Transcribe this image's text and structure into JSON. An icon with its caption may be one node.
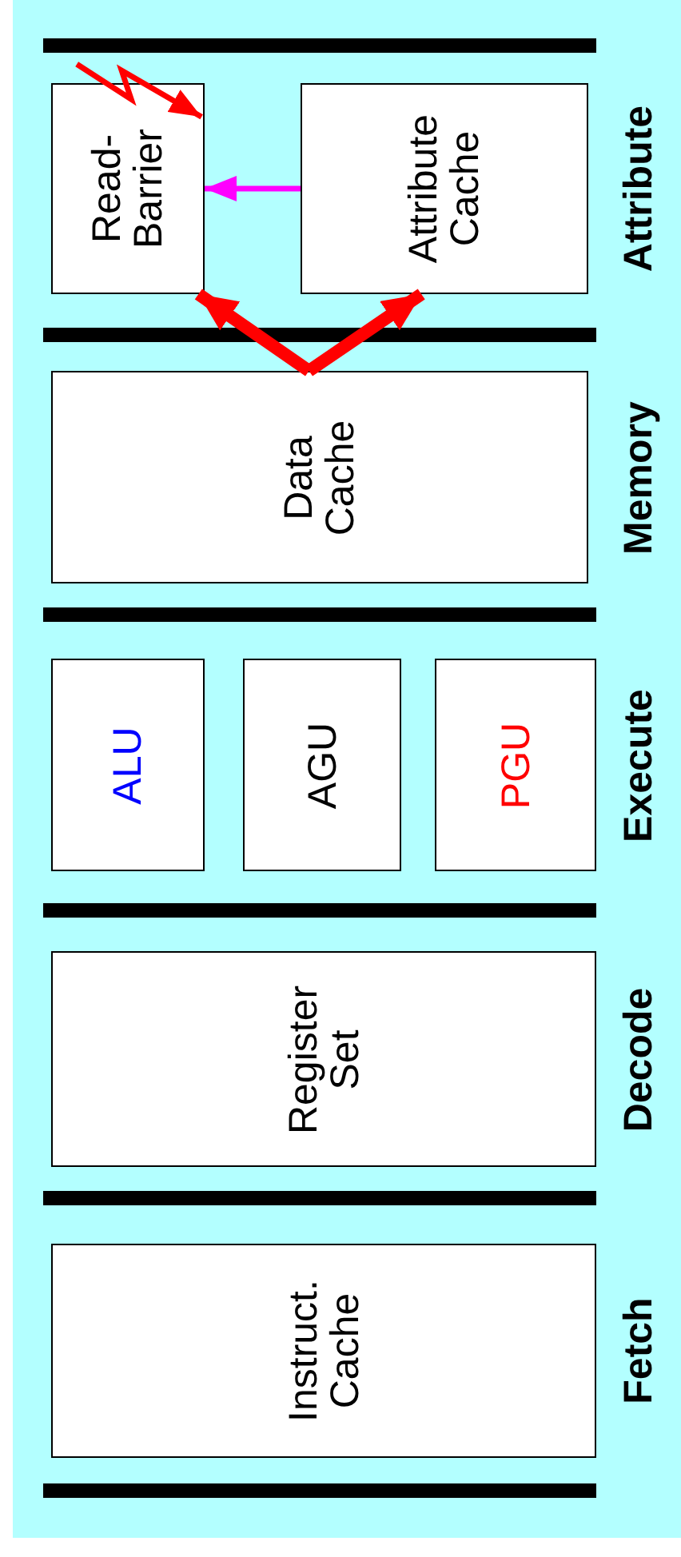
{
  "diagram": {
    "nodes": [
      {
        "text": [
          "Read-Barrier"
        ]
      },
      {
        "text": [
          "Attribute Cache"
        ]
      },
      {
        "text": [
          "Data Cache"
        ]
      },
      {
        "text": [
          "ALU"
        ]
      },
      {
        "text": [
          "AGU"
        ]
      },
      {
        "text": [
          "PGU"
        ]
      },
      {
        "text": [
          "Register Set"
        ]
      },
      {
        "text": [
          "Instruct. Cache"
        ]
      }
    ],
    "edges": [
      {
        "from": 1,
        "to": 0,
        "arrow": "to",
        "color": "#ff00ff"
      },
      {
        "from": 2,
        "to": 0,
        "arrow": "to",
        "style": "thick"
      },
      {
        "from": 2,
        "to": 1,
        "arrow": "to",
        "style": "thick"
      },
      {
        "from": null,
        "to": 0,
        "arrow": "to"
      }
    ],
    "labels": [
      "Attribute",
      "Memory",
      "Execute",
      "Decode",
      "Fetch"
    ]
  }
}
